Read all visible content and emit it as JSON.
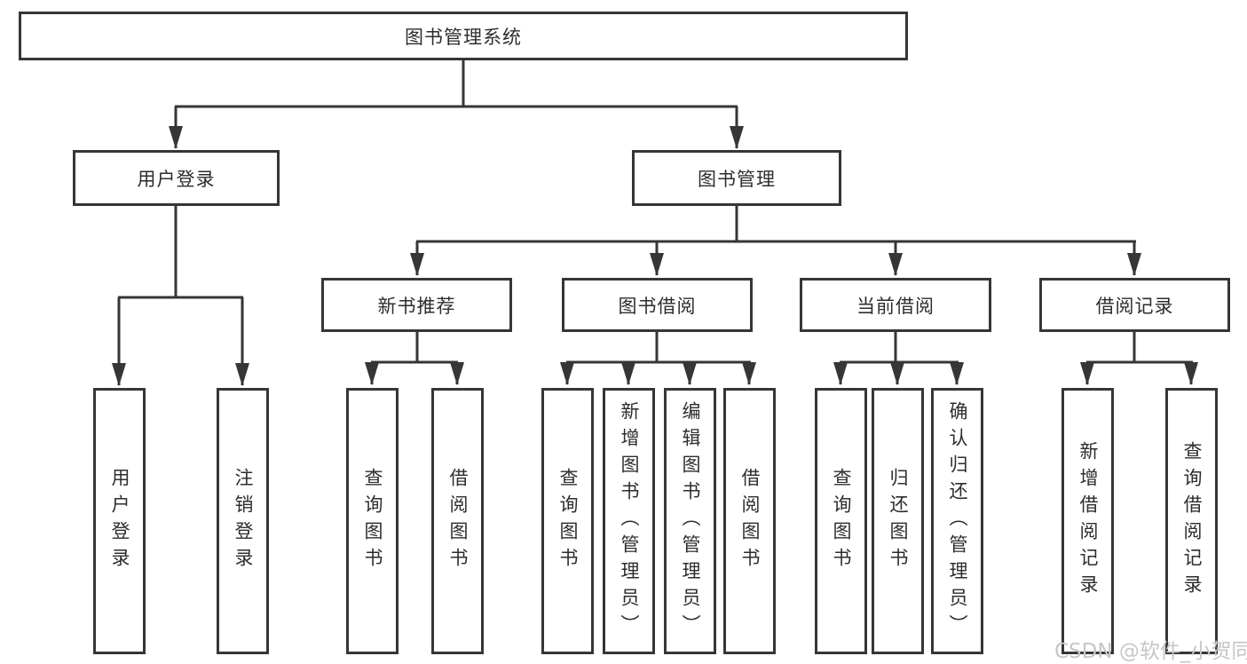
{
  "colors": {
    "line": "#363636",
    "box_border": "#363636",
    "text": "#2d2d2d",
    "watermark": "#c6c6c6",
    "background": "#ffffff"
  },
  "watermark": {
    "text": "CSDN @软件_小贺同学"
  },
  "diagram": {
    "root": {
      "label": "图书管理系统"
    },
    "branches": [
      {
        "label": "用户登录",
        "leaves": [
          {
            "label": "用户登录"
          },
          {
            "label": "注销登录"
          }
        ]
      },
      {
        "label": "图书管理",
        "sections": [
          {
            "label": "新书推荐",
            "leaves": [
              {
                "label": "查询图书"
              },
              {
                "label": "借阅图书"
              }
            ]
          },
          {
            "label": "图书借阅",
            "leaves": [
              {
                "label": "查询图书"
              },
              {
                "label": "新增图书（管理员）"
              },
              {
                "label": "编辑图书（管理员）"
              },
              {
                "label": "借阅图书"
              }
            ]
          },
          {
            "label": "当前借阅",
            "leaves": [
              {
                "label": "查询图书"
              },
              {
                "label": "归还图书"
              },
              {
                "label": "确认归还（管理员）"
              }
            ]
          },
          {
            "label": "借阅记录",
            "leaves": [
              {
                "label": "新增借阅记录"
              },
              {
                "label": "查询借阅记录"
              }
            ]
          }
        ]
      }
    ]
  }
}
